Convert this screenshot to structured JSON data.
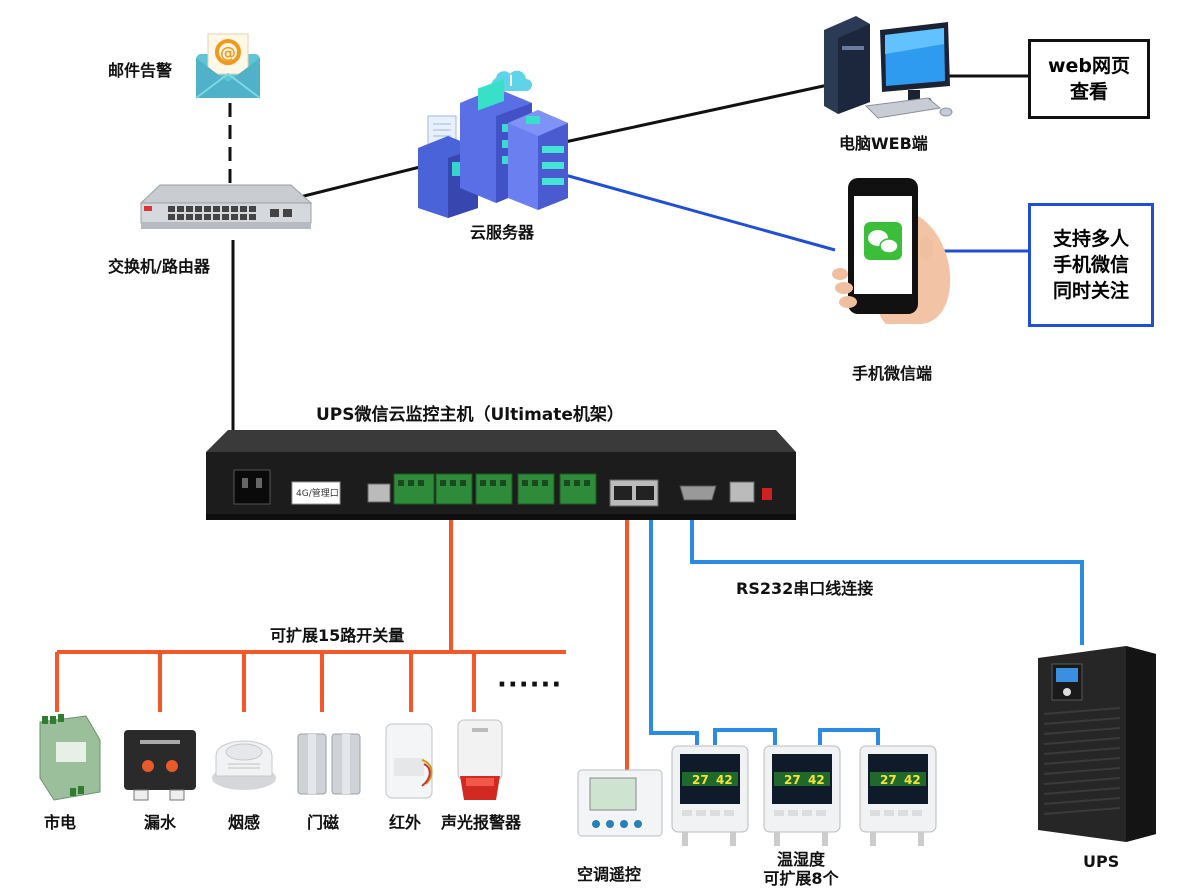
{
  "top": {
    "email_alert": "邮件告警",
    "switch_router": "交换机/路由器",
    "cloud_server": "云服务器",
    "pc_web": "电脑WEB端",
    "web_view_box": [
      "web网页",
      "查看"
    ],
    "mobile_wechat": "手机微信端",
    "wechat_box": [
      "支持多人",
      "手机微信",
      "同时关注"
    ]
  },
  "host": {
    "title": "UPS微信云监控主机（Ultimate机架）",
    "screen_label": "4G/管理口"
  },
  "links": {
    "rs232": "RS232串口线连接",
    "switch_expand": "可扩展15路开关量",
    "dots": "······"
  },
  "sensors": [
    "市电",
    "漏水",
    "烟感",
    "门磁",
    "红外",
    "声光报警器"
  ],
  "bottom": {
    "ac_remote": "空调遥控",
    "temp_humidity": [
      "温湿度",
      "可扩展8个"
    ],
    "th_readings": [
      "27",
      "42"
    ],
    "ups": "UPS"
  },
  "colors": {
    "orange_wire": "#f4582a",
    "blue_wire": "#2a8be0",
    "wechat_blue_wire": "#1f4fd6",
    "black_wire": "#111111",
    "wechat_box_border": "#1f4fd6"
  }
}
